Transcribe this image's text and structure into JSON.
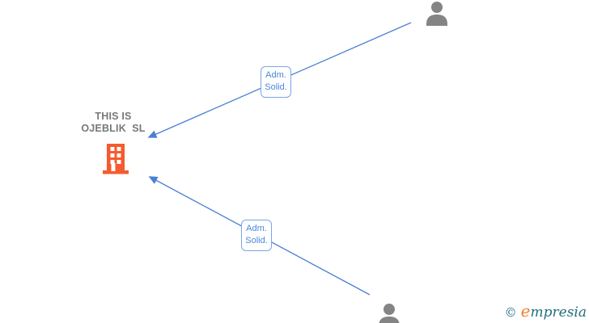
{
  "diagram": {
    "type": "corporate-relationship-graph",
    "company": {
      "name_line1": "THIS IS",
      "name_line2": "OJEBLIK  SL",
      "icon": "building-icon",
      "icon_color": "#f65a2e",
      "name_color": "#787878"
    },
    "persons": [
      {
        "id": "person-top",
        "icon": "person-icon",
        "position": "top-right",
        "color": "#848484"
      },
      {
        "id": "person-bottom",
        "icon": "person-icon",
        "position": "bottom-right",
        "color": "#848484"
      }
    ],
    "edges": [
      {
        "from": "person-top",
        "to": "company",
        "label_line1": "Adm.",
        "label_line2": "Solid.",
        "line_color": "#4a80d4",
        "label_text_color": "#4a86d8",
        "label_border_color": "#7aa6e9"
      },
      {
        "from": "person-bottom",
        "to": "company",
        "label_line1": "Adm.",
        "label_line2": "Solid.",
        "line_color": "#4a80d4",
        "label_text_color": "#4a86d8",
        "label_border_color": "#7aa6e9"
      }
    ]
  },
  "footer": {
    "copyright_symbol": "©",
    "brand_initial": "e",
    "brand_rest": "mpresia",
    "teal_color": "#20707f",
    "orange_color": "#f08030"
  }
}
